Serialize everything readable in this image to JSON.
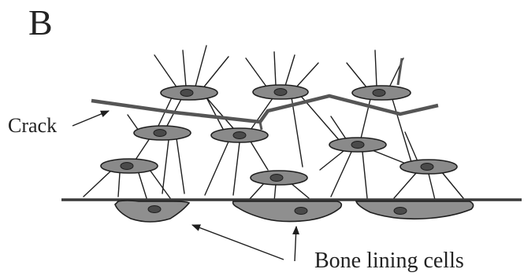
{
  "figure": {
    "panel_letter": "B",
    "labels": {
      "crack": "Crack",
      "bone_lining_cells": "Bone lining cells"
    },
    "colors": {
      "cell_fill": "#8a8a8a",
      "nucleus_fill": "#4a4a4a",
      "crack_stroke": "#555555",
      "line_stroke": "#1e1e1e"
    }
  }
}
